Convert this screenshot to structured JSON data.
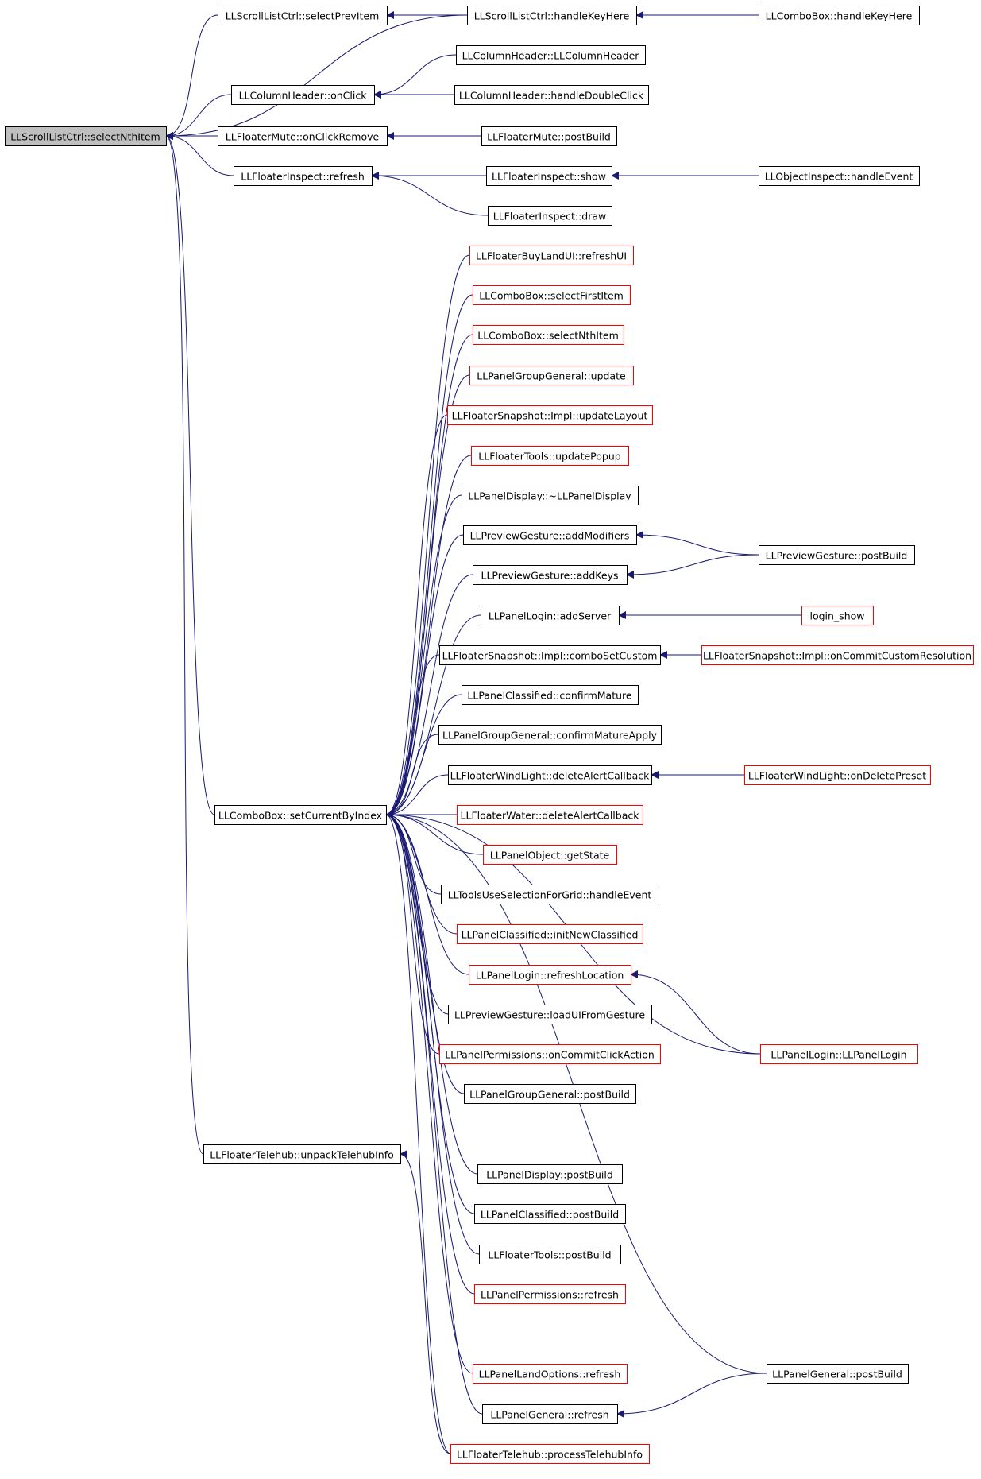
{
  "colors": {
    "edge": "#191970",
    "arrow": "#191970",
    "node_border_normal": "#000000",
    "node_border_truncated": "#ff0000",
    "node_fill_focus": "#bfbfbf",
    "node_fill": "#ffffff"
  },
  "nodes": [
    {
      "id": "selectNthItem",
      "label": "LLScrollListCtrl::selectNthItem",
      "style": "focus"
    },
    {
      "id": "selectPrevItem",
      "label": "LLScrollListCtrl::selectPrevItem",
      "style": "normal"
    },
    {
      "id": "sl_handleKeyHere",
      "label": "LLScrollListCtrl::handleKeyHere",
      "style": "normal"
    },
    {
      "id": "cb_handleKeyHere",
      "label": "LLComboBox::handleKeyHere",
      "style": "normal"
    },
    {
      "id": "ch_ctor",
      "label": "LLColumnHeader::LLColumnHeader",
      "style": "normal"
    },
    {
      "id": "ch_onClick",
      "label": "LLColumnHeader::onClick",
      "style": "normal"
    },
    {
      "id": "ch_dbl",
      "label": "LLColumnHeader::handleDoubleClick",
      "style": "normal"
    },
    {
      "id": "fm_remove",
      "label": "LLFloaterMute::onClickRemove",
      "style": "normal"
    },
    {
      "id": "fm_post",
      "label": "LLFloaterMute::postBuild",
      "style": "normal"
    },
    {
      "id": "fi_refresh",
      "label": "LLFloaterInspect::refresh",
      "style": "normal"
    },
    {
      "id": "fi_show",
      "label": "LLFloaterInspect::show",
      "style": "normal"
    },
    {
      "id": "oi_handle",
      "label": "LLObjectInspect::handleEvent",
      "style": "normal"
    },
    {
      "id": "fi_draw",
      "label": "LLFloaterInspect::draw",
      "style": "normal"
    },
    {
      "id": "fbl_refresh",
      "label": "LLFloaterBuyLandUI::refreshUI",
      "style": "truncated"
    },
    {
      "id": "cb_first",
      "label": "LLComboBox::selectFirstItem",
      "style": "truncated"
    },
    {
      "id": "cb_nth",
      "label": "LLComboBox::selectNthItem",
      "style": "truncated"
    },
    {
      "id": "pgg_update",
      "label": "LLPanelGroupGeneral::update",
      "style": "truncated"
    },
    {
      "id": "fs_layout",
      "label": "LLFloaterSnapshot::Impl::updateLayout",
      "style": "truncated"
    },
    {
      "id": "ft_popup",
      "label": "LLFloaterTools::updatePopup",
      "style": "truncated"
    },
    {
      "id": "pd_dtor",
      "label": "LLPanelDisplay::~LLPanelDisplay",
      "style": "normal"
    },
    {
      "id": "pg_addmod",
      "label": "LLPreviewGesture::addModifiers",
      "style": "normal"
    },
    {
      "id": "pg_postbuild",
      "label": "LLPreviewGesture::postBuild",
      "style": "normal"
    },
    {
      "id": "pg_addkeys",
      "label": "LLPreviewGesture::addKeys",
      "style": "normal"
    },
    {
      "id": "pl_addserver",
      "label": "LLPanelLogin::addServer",
      "style": "normal"
    },
    {
      "id": "login_show",
      "label": "login_show",
      "style": "truncated"
    },
    {
      "id": "fs_combo",
      "label": "LLFloaterSnapshot::Impl::comboSetCustom",
      "style": "normal"
    },
    {
      "id": "fs_commit",
      "label": "LLFloaterSnapshot::Impl::onCommitCustomResolution",
      "style": "truncated"
    },
    {
      "id": "pc_confirm",
      "label": "LLPanelClassified::confirmMature",
      "style": "normal"
    },
    {
      "id": "pgg_confirm",
      "label": "LLPanelGroupGeneral::confirmMatureApply",
      "style": "normal"
    },
    {
      "id": "fwl_delete",
      "label": "LLFloaterWindLight::deleteAlertCallback",
      "style": "normal"
    },
    {
      "id": "fwl_ondelete",
      "label": "LLFloaterWindLight::onDeletePreset",
      "style": "truncated"
    },
    {
      "id": "cb_setcurrent",
      "label": "LLComboBox::setCurrentByIndex",
      "style": "normal"
    },
    {
      "id": "fw_delete",
      "label": "LLFloaterWater::deleteAlertCallback",
      "style": "truncated"
    },
    {
      "id": "po_getstate",
      "label": "LLPanelObject::getState",
      "style": "truncated"
    },
    {
      "id": "tus_handle",
      "label": "LLToolsUseSelectionForGrid::handleEvent",
      "style": "normal"
    },
    {
      "id": "pc_init",
      "label": "LLPanelClassified::initNewClassified",
      "style": "truncated"
    },
    {
      "id": "pl_refreshloc",
      "label": "LLPanelLogin::refreshLocation",
      "style": "truncated"
    },
    {
      "id": "pg_loadui",
      "label": "LLPreviewGesture::loadUIFromGesture",
      "style": "normal"
    },
    {
      "id": "pp_onclick",
      "label": "LLPanelPermissions::onCommitClickAction",
      "style": "truncated"
    },
    {
      "id": "pl_ctor",
      "label": "LLPanelLogin::LLPanelLogin",
      "style": "truncated"
    },
    {
      "id": "pgg_post",
      "label": "LLPanelGroupGeneral::postBuild",
      "style": "normal"
    },
    {
      "id": "fth_unpack",
      "label": "LLFloaterTelehub::unpackTelehubInfo",
      "style": "normal"
    },
    {
      "id": "pd_post",
      "label": "LLPanelDisplay::postBuild",
      "style": "normal"
    },
    {
      "id": "pc_post",
      "label": "LLPanelClassified::postBuild",
      "style": "normal"
    },
    {
      "id": "ft_post",
      "label": "LLFloaterTools::postBuild",
      "style": "normal"
    },
    {
      "id": "pp_refresh",
      "label": "LLPanelPermissions::refresh",
      "style": "truncated"
    },
    {
      "id": "plo_refresh",
      "label": "LLPanelLandOptions::refresh",
      "style": "truncated"
    },
    {
      "id": "pgen_post",
      "label": "LLPanelGeneral::postBuild",
      "style": "normal"
    },
    {
      "id": "pgen_refresh",
      "label": "LLPanelGeneral::refresh",
      "style": "normal"
    },
    {
      "id": "fth_process",
      "label": "LLFloaterTelehub::processTelehubInfo",
      "style": "truncated"
    }
  ],
  "edges": [
    {
      "from": "selectPrevItem",
      "to": "selectNthItem"
    },
    {
      "from": "sl_handleKeyHere",
      "to": "selectNthItem"
    },
    {
      "from": "ch_onClick",
      "to": "selectNthItem"
    },
    {
      "from": "fm_remove",
      "to": "selectNthItem"
    },
    {
      "from": "fi_refresh",
      "to": "selectNthItem"
    },
    {
      "from": "cb_setcurrent",
      "to": "selectNthItem"
    },
    {
      "from": "fth_unpack",
      "to": "selectNthItem"
    },
    {
      "from": "sl_handleKeyHere",
      "to": "selectPrevItem"
    },
    {
      "from": "cb_handleKeyHere",
      "to": "sl_handleKeyHere"
    },
    {
      "from": "ch_ctor",
      "to": "ch_onClick"
    },
    {
      "from": "ch_dbl",
      "to": "ch_onClick"
    },
    {
      "from": "fm_post",
      "to": "fm_remove"
    },
    {
      "from": "fi_show",
      "to": "fi_refresh"
    },
    {
      "from": "fi_draw",
      "to": "fi_refresh"
    },
    {
      "from": "oi_handle",
      "to": "fi_show"
    },
    {
      "from": "pg_postbuild",
      "to": "pg_addmod"
    },
    {
      "from": "pg_postbuild",
      "to": "pg_addkeys"
    },
    {
      "from": "login_show",
      "to": "pl_addserver"
    },
    {
      "from": "fs_commit",
      "to": "fs_combo"
    },
    {
      "from": "fwl_ondelete",
      "to": "fwl_delete"
    },
    {
      "from": "pl_ctor",
      "to": "pl_refreshloc"
    },
    {
      "from": "pgen_post",
      "to": "pgen_refresh"
    },
    {
      "from": "fth_process",
      "to": "fth_unpack"
    },
    {
      "from": "fbl_refresh",
      "to": "cb_setcurrent"
    },
    {
      "from": "cb_first",
      "to": "cb_setcurrent"
    },
    {
      "from": "cb_nth",
      "to": "cb_setcurrent"
    },
    {
      "from": "pgg_update",
      "to": "cb_setcurrent"
    },
    {
      "from": "fs_layout",
      "to": "cb_setcurrent"
    },
    {
      "from": "ft_popup",
      "to": "cb_setcurrent"
    },
    {
      "from": "pd_dtor",
      "to": "cb_setcurrent"
    },
    {
      "from": "pg_addmod",
      "to": "cb_setcurrent"
    },
    {
      "from": "pg_addkeys",
      "to": "cb_setcurrent"
    },
    {
      "from": "pl_addserver",
      "to": "cb_setcurrent"
    },
    {
      "from": "fs_combo",
      "to": "cb_setcurrent"
    },
    {
      "from": "pc_confirm",
      "to": "cb_setcurrent"
    },
    {
      "from": "pgg_confirm",
      "to": "cb_setcurrent"
    },
    {
      "from": "fwl_delete",
      "to": "cb_setcurrent"
    },
    {
      "from": "fw_delete",
      "to": "cb_setcurrent"
    },
    {
      "from": "po_getstate",
      "to": "cb_setcurrent"
    },
    {
      "from": "tus_handle",
      "to": "cb_setcurrent"
    },
    {
      "from": "pc_init",
      "to": "cb_setcurrent"
    },
    {
      "from": "pl_refreshloc",
      "to": "cb_setcurrent"
    },
    {
      "from": "pg_loadui",
      "to": "cb_setcurrent"
    },
    {
      "from": "pp_onclick",
      "to": "cb_setcurrent"
    },
    {
      "from": "pgg_post",
      "to": "cb_setcurrent"
    },
    {
      "from": "pl_ctor",
      "to": "cb_setcurrent"
    },
    {
      "from": "pd_post",
      "to": "cb_setcurrent"
    },
    {
      "from": "pc_post",
      "to": "cb_setcurrent"
    },
    {
      "from": "ft_post",
      "to": "cb_setcurrent"
    },
    {
      "from": "pp_refresh",
      "to": "cb_setcurrent"
    },
    {
      "from": "pgen_post",
      "to": "cb_setcurrent"
    },
    {
      "from": "plo_refresh",
      "to": "cb_setcurrent"
    },
    {
      "from": "pgen_refresh",
      "to": "cb_setcurrent"
    },
    {
      "from": "fth_process",
      "to": "cb_setcurrent"
    }
  ]
}
